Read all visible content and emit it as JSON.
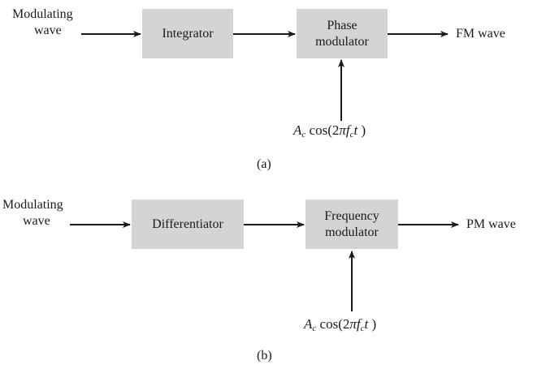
{
  "colors": {
    "box_fill": "#d4d4d4",
    "line": "#1a1a1a",
    "text": "#1a1a1a"
  },
  "diagram_a": {
    "input_label_line1": "Modulating",
    "input_label_line2": "wave",
    "block1": "Integrator",
    "block2_line1": "Phase",
    "block2_line2": "modulator",
    "output_label": "FM wave",
    "carrier": {
      "amp": "A",
      "amp_sub": "c",
      "func": "cos(2",
      "pi": "π",
      "freq": "f",
      "freq_sub": "c",
      "time": "t",
      "close": " )"
    },
    "caption": "(a)"
  },
  "diagram_b": {
    "input_label_line1": "Modulating",
    "input_label_line2": "wave",
    "block1": "Differentiator",
    "block2_line1": "Frequency",
    "block2_line2": "modulator",
    "output_label": "PM wave",
    "carrier": {
      "amp": "A",
      "amp_sub": "c",
      "func": "cos(2",
      "pi": "π",
      "freq": "f",
      "freq_sub": "c",
      "time": "t",
      "close": " )"
    },
    "caption": "(b)"
  }
}
